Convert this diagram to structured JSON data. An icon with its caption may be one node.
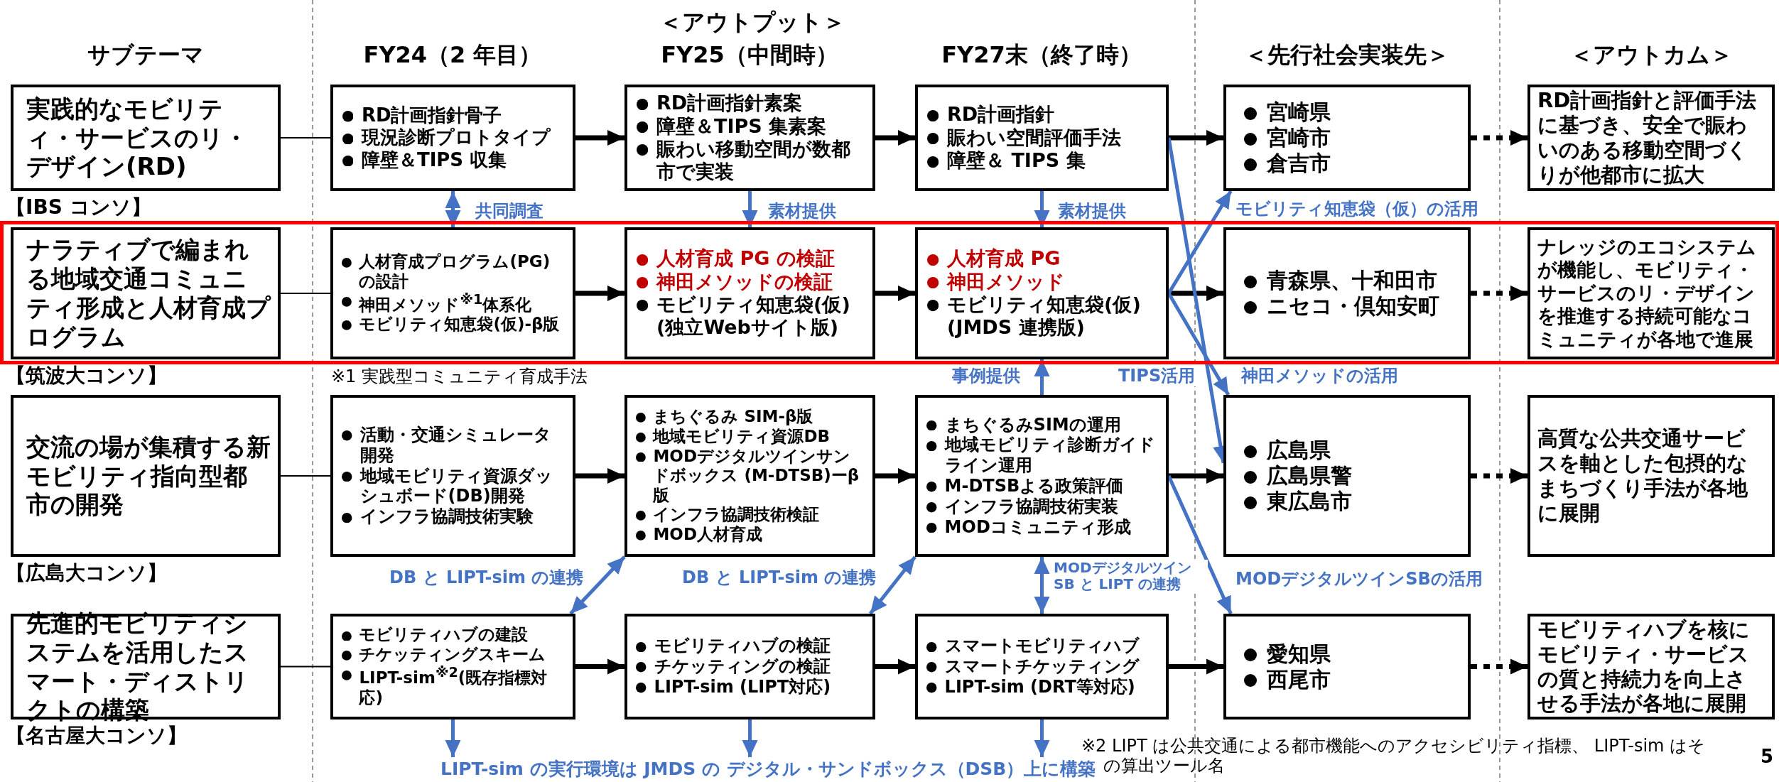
{
  "diagram": {
    "nodes": [
      {
        "text": [
          "実践的なモビリティ・サービスのリ・デザイン(RD)"
        ],
        "beside": [
          "【IBS コンソ】"
        ]
      },
      {
        "text": [
          "RD計画指針骨子",
          "現況診断プロトタイプ",
          "障壁＆TIPS 収集"
        ]
      },
      {
        "text": [
          "RD計画指針素案",
          "障壁＆TIPS 集素案",
          "賑わい移動空間が数都市で実装"
        ]
      },
      {
        "text": [
          "RD計画指針",
          "賑わい空間評価手法",
          "障壁＆ TIPS 集"
        ]
      },
      {
        "text": [
          "宮崎県",
          "宮崎市",
          "倉吉市"
        ]
      },
      {
        "text": [
          "RD計画指針と評価手法に基づき、安全で賑わいのある移動空間づくりが他都市に拡大"
        ]
      },
      {
        "text": [
          "ナラティブで編まれる地域交通コミュニティ形成と人材育成プログラム"
        ],
        "beside": [
          "【筑波大コンソ】"
        ]
      },
      {
        "text": [
          "人材育成プログラム(PG)の設計",
          "神田メソッド$^{※1}$体系化",
          "モビリティ知恵袋(仮)-β版"
        ]
      },
      {
        "text": [
          "人材育成 PG の検証",
          "神田メソッドの検証",
          "モビリティ知恵袋(仮)(独立Webサイト版)"
        ]
      },
      {
        "text": [
          "人材育成 PG",
          "神田メソッド",
          "モビリティ知恵袋(仮)(JMDS 連携版)"
        ]
      },
      {
        "text": [
          "青森県、十和田市",
          "ニセコ・倶知安町"
        ]
      },
      {
        "text": [
          "ナレッジのエコシステムが機能し、モビリティ・サービスのリ・デザインを推進する持続可能なコミュニティが各地で進展"
        ]
      },
      {
        "text": [
          "交流の場が集積する新モビリティ指向型都市の開発"
        ],
        "beside": [
          "【広島大コンソ】"
        ]
      },
      {
        "text": [
          "活動・交通シミュレータ開発",
          "地域モビリティ資源ダッシュボード(DB)開発",
          "インフラ協調技術実験"
        ]
      },
      {
        "text": [
          "まちぐるみ SIM-β版",
          "地域モビリティ資源DB",
          "MODデジタルツインサンドボックス (M-DTSB)ーβ版",
          "インフラ協調技術検証",
          "MOD人材育成"
        ]
      },
      {
        "text": [
          "まちぐるみSIMの運用",
          "地域モビリティ診断ガイドライン運用",
          "M-DTSBよる政策評価",
          "インフラ協調技術実装",
          "MODコミュニティ形成"
        ]
      },
      {
        "text": [
          "広島県",
          "広島県警",
          "東広島市"
        ]
      },
      {
        "text": [
          "高質な公共交通サービスを軸とした包摂的なまちづくり手法が各地に展開"
        ]
      },
      {
        "text": [
          "先進的モビリティシステムを活用したスマート・ディストリクトの構築"
        ],
        "beside": [
          "【名古屋大コンソ】"
        ]
      },
      {
        "text": [
          "モビリティハブの建設",
          "チケッティングスキーム",
          "LIPT-sim$^{※2}$(既存指標対応)"
        ]
      },
      {
        "text": [
          "モビリティハブの検証",
          "チケッティングの検証",
          "LIPT-sim (LIPT対応)"
        ]
      },
      {
        "text": [
          "スマートモビリティハブ",
          "スマートチケッティング",
          "LIPT-sim (DRT等対応)"
        ]
      },
      {
        "text": [
          "愛知県",
          "西尾市"
        ]
      },
      {
        "text": [
          "モビリティハブを核にモビリティ・サービスの質と持続力を向上させる手法が各地に展開"
        ]
      },
      {
        "text": [
          "LIPT-sim の実行環境は JMDS の デジタル・サンドボックス（DSB）上に構築"
        ]
      }
    ],
    "edges": [
      {
        "from": 0,
        "to": 1,
        "arrow": "none"
      },
      {
        "from": 1,
        "to": 2,
        "arrow": "to"
      },
      {
        "from": 2,
        "to": 3,
        "arrow": "to"
      },
      {
        "from": 3,
        "to": 4,
        "arrow": "to"
      },
      {
        "from": 4,
        "to": 5,
        "arrow": "to",
        "style": "dashed"
      },
      {
        "from": 6,
        "to": 7,
        "arrow": "none"
      },
      {
        "from": 7,
        "to": 8,
        "arrow": "to"
      },
      {
        "from": 8,
        "to": 9,
        "arrow": "to"
      },
      {
        "from": 9,
        "to": 10,
        "arrow": "to"
      },
      {
        "from": 10,
        "to": 11,
        "arrow": "to",
        "style": "dashed"
      },
      {
        "from": 12,
        "to": 13,
        "arrow": "none"
      },
      {
        "from": 13,
        "to": 14,
        "arrow": "to"
      },
      {
        "from": 14,
        "to": 15,
        "arrow": "to"
      },
      {
        "from": 15,
        "to": 16,
        "arrow": "to"
      },
      {
        "from": 16,
        "to": 17,
        "arrow": "to",
        "style": "dashed"
      },
      {
        "from": 18,
        "to": 19,
        "arrow": "none"
      },
      {
        "from": 19,
        "to": 20,
        "arrow": "to"
      },
      {
        "from": 20,
        "to": 21,
        "arrow": "to"
      },
      {
        "from": 21,
        "to": 22,
        "arrow": "to"
      },
      {
        "from": 22,
        "to": 23,
        "arrow": "to",
        "style": "dashed"
      },
      {
        "from": 1,
        "to": 7,
        "arrow": "both",
        "label": "共同調査",
        "color": "#4472c4"
      },
      {
        "from": 2,
        "to": 8,
        "arrow": "to",
        "label": "素材提供",
        "color": "#4472c4"
      },
      {
        "from": 3,
        "to": 9,
        "arrow": "to",
        "label": "素材提供",
        "color": "#4472c4"
      },
      {
        "from": 9,
        "to": 4,
        "arrow": "to",
        "label": "モビリティ知恵袋（仮）の活用",
        "color": "#4472c4"
      },
      {
        "from": 9,
        "to": 16,
        "arrow": "to",
        "label": "神田メソッドの活用",
        "color": "#4472c4"
      },
      {
        "from": 3,
        "to": 16,
        "arrow": "to",
        "label": "TIPS活用",
        "color": "#4472c4"
      },
      {
        "from": 15,
        "to": 9,
        "arrow": "to",
        "label": "事例提供",
        "color": "#4472c4"
      },
      {
        "from": 14,
        "to": 19,
        "arrow": "both",
        "label": "DB と LIPT-sim の連携",
        "color": "#4472c4"
      },
      {
        "from": 15,
        "to": 20,
        "arrow": "both",
        "label": "DB と LIPT-sim の連携",
        "color": "#4472c4"
      },
      {
        "from": 15,
        "to": 21,
        "arrow": "both",
        "label": "MODデジタルツインSB と LIPT の連携",
        "color": "#4472c4"
      },
      {
        "from": 15,
        "to": 22,
        "arrow": "to",
        "label": "MODデジタルツインSBの活用",
        "color": "#4472c4"
      },
      {
        "from": 19,
        "to": 24,
        "arrow": "to",
        "color": "#4472c4"
      },
      {
        "from": 20,
        "to": 24,
        "arrow": "to",
        "color": "#4472c4"
      },
      {
        "from": 21,
        "to": 24,
        "arrow": "to",
        "color": "#4472c4"
      }
    ],
    "labels": [
      "＜アウトプット＞",
      "サブテーマ",
      "FY24（2 年目）",
      "FY25（中間時）",
      "FY27末（終了時）",
      "＜先行社会実装先＞",
      "＜アウトカム＞",
      "※1 実践型コミュニティ育成手法",
      "※2 LIPT は公共交通による都市機能へのアクセシビリティ指標、 LIPT-sim はその算出ツール名",
      "5"
    ]
  }
}
